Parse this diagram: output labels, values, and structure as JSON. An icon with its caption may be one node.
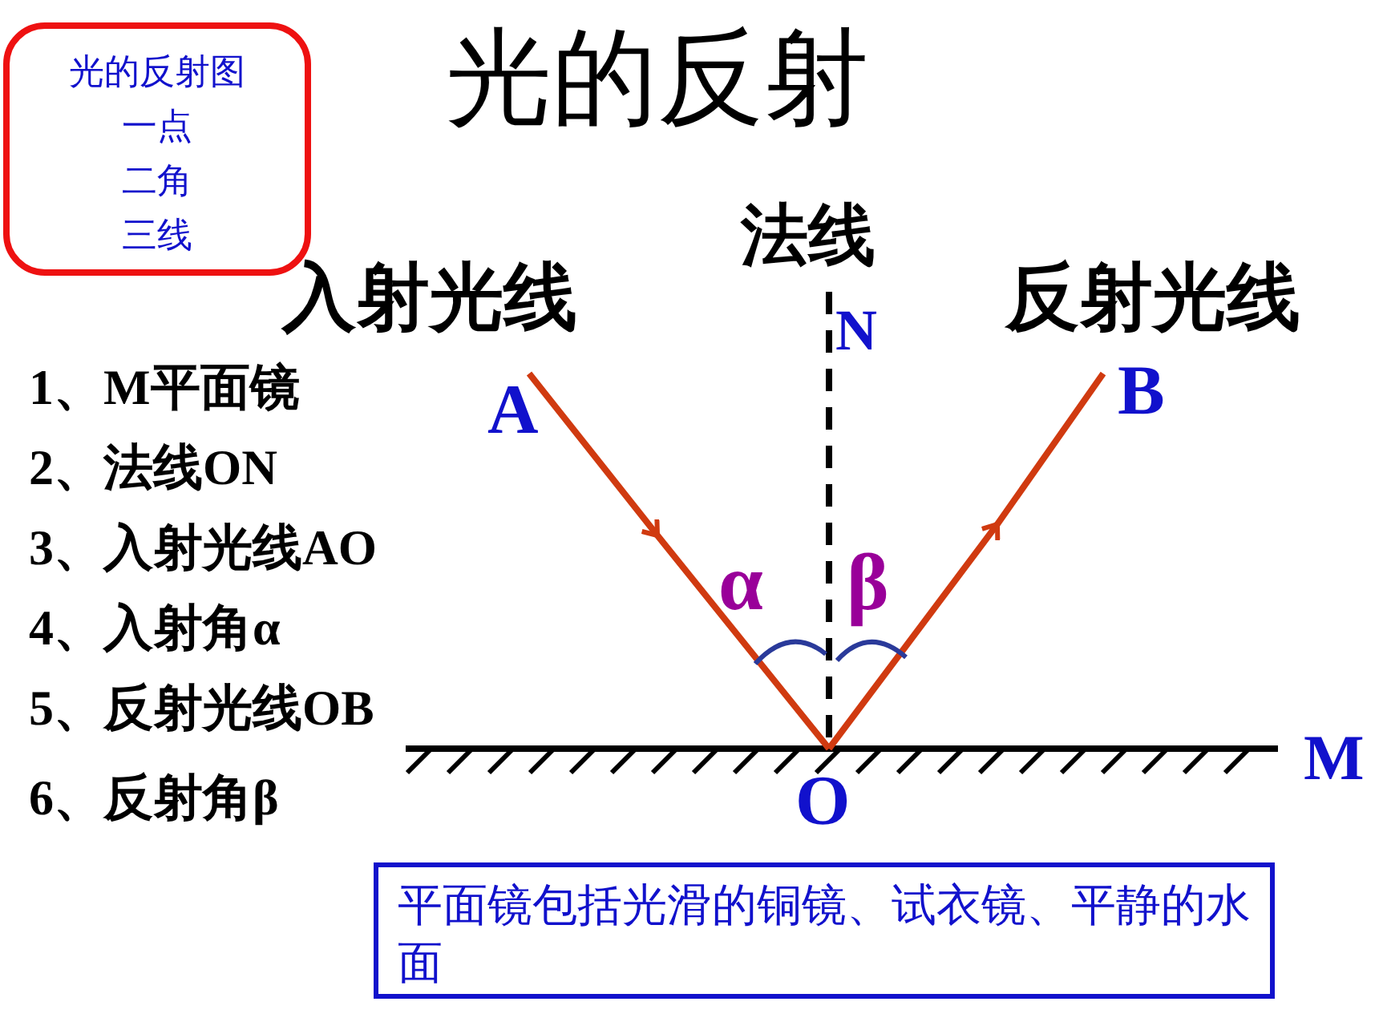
{
  "diagram": {
    "title": "光的反射",
    "nodes": [
      {
        "text": [
          "光的反射图",
          "一点",
          "二角",
          "三线"
        ]
      },
      {
        "text": [
          "平面镜包括光滑的铜镜、试衣镜、平静的水面"
        ]
      }
    ],
    "labels": [
      "法线",
      "入射光线",
      "N",
      "反射光线",
      "A",
      "B",
      "1、M平面镜",
      "2、法线ON",
      "3、入射光线AO",
      "4、入射角α",
      "α",
      "β",
      "5、反射光线OB",
      "M",
      "O",
      "6、反射角β"
    ]
  }
}
